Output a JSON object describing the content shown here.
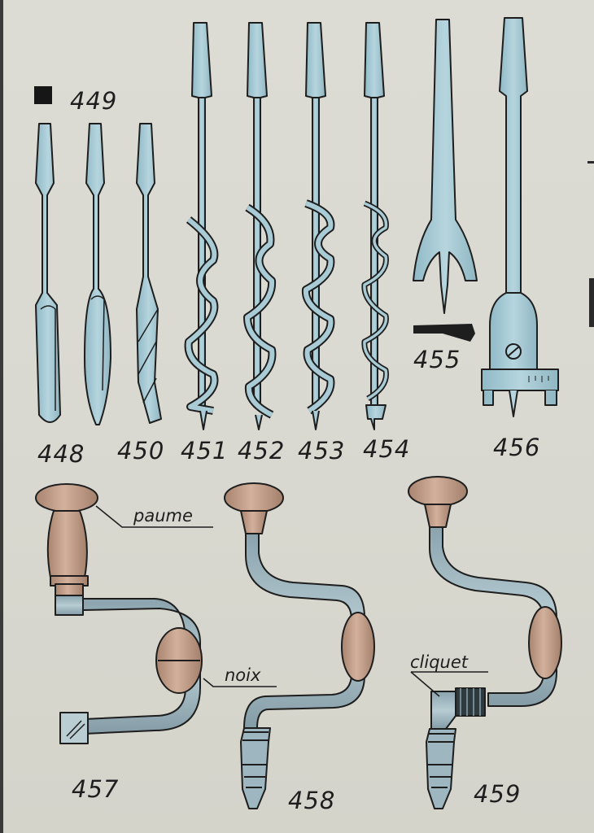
{
  "figure_numbers": {
    "n448": "448",
    "n449": "449",
    "n450": "450",
    "n451": "451",
    "n452": "452",
    "n453": "453",
    "n454": "454",
    "n455": "455",
    "n456": "456",
    "n457": "457",
    "n458": "458",
    "n459": "459"
  },
  "callouts": {
    "paume": "paume",
    "noix": "noix",
    "cliquet": "cliquet"
  },
  "colors": {
    "paper": "#d9d9d1",
    "bit_blue": "#a8cbd6",
    "wood": "#c3a08c",
    "ink": "#1e1e1e"
  }
}
